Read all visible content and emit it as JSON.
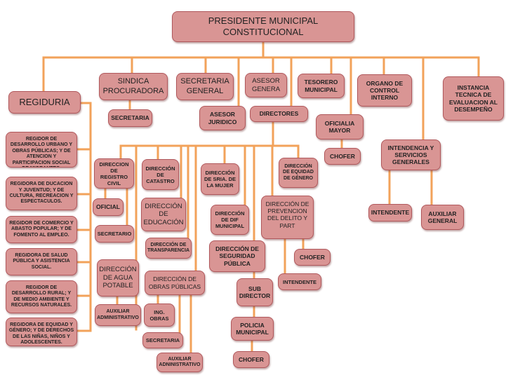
{
  "colors": {
    "box_fill": "#d99594",
    "box_border": "#b0585c",
    "connector": "#f2a25a"
  },
  "nodes": {
    "presidente": "PRESIDENTE MUNICIPAL CONSTITUCIONAL",
    "regiduria": "REGIDURIA",
    "sindica": "SINDICA PROCURADORA",
    "sindica_secretaria": "SECRETARIA",
    "secretaria_general": "SECRETARIA GENERAL",
    "asesor_general": "ASESOR GENERA",
    "asesor_juridico": "ASESOR JURIDICO",
    "directores": "DIRECTORES",
    "tesorero": "TESORERO MUNICIPAL",
    "organo_control": "ORGANO DE CONTROL INTERNO",
    "instancia_tecnica": "INSTANCIA TECNICA DE EVALUACION AL DESEMPEÑO",
    "oficialia_mayor": "OFICIALIA MAYOR",
    "oficialia_chofer": "CHOFER",
    "intendencia": "INTENDENCIA Y SERVICIOS GENERALES",
    "intendencia_intendente": "INTENDENTE",
    "intendencia_auxiliar": "AUXILIAR GENERAL",
    "regidores": [
      "REGIDOR DE DESARROLLO URBANO Y OBRAS PÚBLICAS; Y DE ATENCION Y PARTICIPACION SOCIAL DE MIGRANTES.",
      "REGIDORA DE DUCACION Y JUVENTUD; Y DE CULTURA, RECREACION Y ESPECTACULOS.",
      "REGIDOR DE   COMERCIO Y ABASTO POPULAR; Y DE FOMENTO AL EMPLEO.",
      "REGIDORA DE SALUD PÚBLICA Y ASISTENCIA SOCIAL.",
      "REGIDOR DE DESARROLLO RURAL; Y DE MEDIO AMBIENTE Y RECURSOS NATURALES.",
      "REGIDORA DE EQUIDAD Y GÉNERO; Y DE DERECHOS DE LAS NIÑAS, NIÑOS Y ADOLESCENTES."
    ],
    "registro_civil": "DIRECCION DE REGISTRO CIVIL",
    "registro_oficial": "OFICIAL",
    "registro_secretario": "SECRETARIO",
    "agua_potable": "DIRECCIÓN DE AGUA POTABLE",
    "agua_auxiliar": "AUXILIAR ADMINISTRATIVO",
    "catastro": "DIRECCIÓN DE CATASTRO",
    "educacion": "DIRECCIÓN DE EDUCACIÓN",
    "transparencia": "DIRECCIÓN DE TRANSPARENCIA",
    "obras_publicas": "DIRECCIÓN DE OBRAS  PÚBLICAS",
    "obras_ing": "ING. OBRAS",
    "obras_secretaria": "SECRETARIA",
    "obras_auxiliar": "AUXILIAR ADNINISTRATIVO",
    "sria_mujer": "DIRECCIÓN DE SRIA. DE LA MUJER",
    "dif": "DIRECCIÓN DE DIF MUNICIPAL",
    "seguridad": "DIRECCIÓN DE SEGURIDAD PÚBLICA",
    "sub_director": "SUB DIRECTOR",
    "policia": "POLICIA MUNICIPAL",
    "policia_chofer": "CHOFER",
    "equidad_genero": "DIRECCIÓN DE EQUIDAD DE GÉNERO",
    "prevencion": "DIRECCIÓN DE PREVENCION DEL DELITO Y PART",
    "prevencion_chofer": "CHOFER",
    "prevencion_intendente": "INTENDENTE"
  }
}
